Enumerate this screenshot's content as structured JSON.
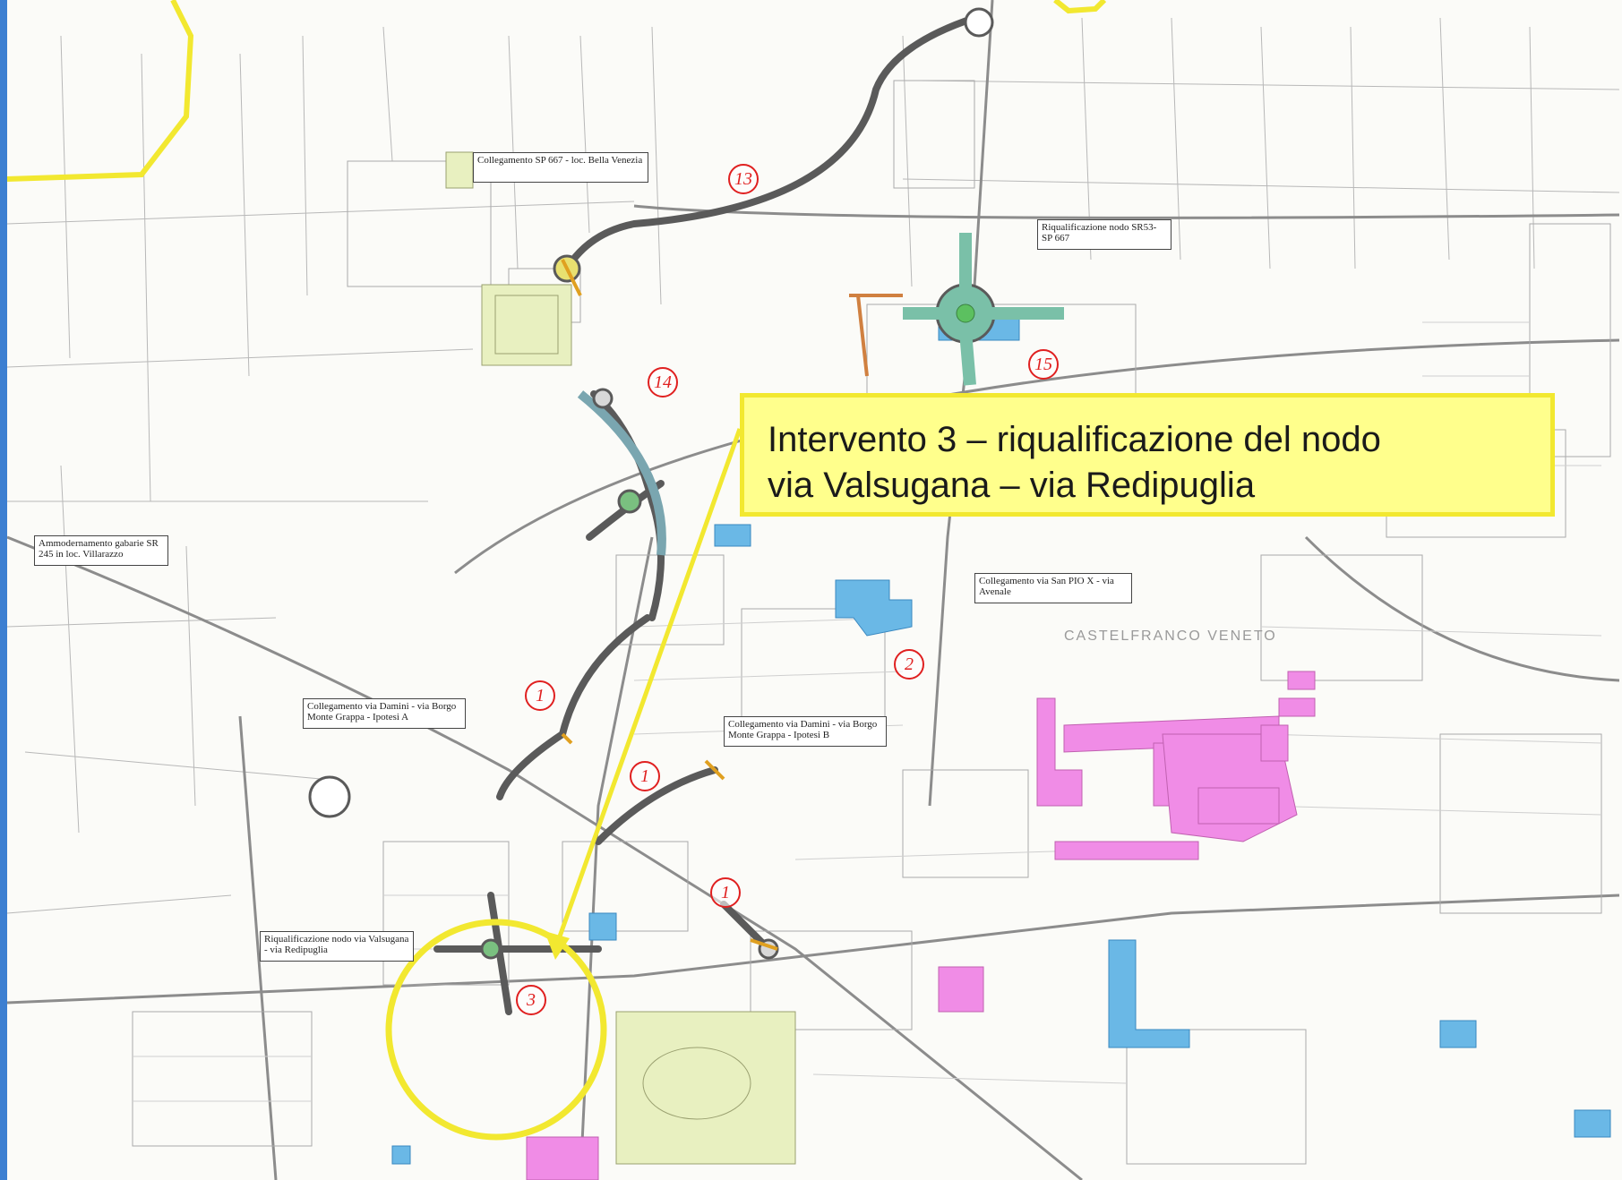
{
  "callout": {
    "line1": "Intervento 3 – riqualificazione del nodo",
    "line2": "via Valsugana – via Redipuglia"
  },
  "map_labels": [
    {
      "id": "collegamento-sp667",
      "text": "Collegamento SP 667 - loc. Bella Venezia"
    },
    {
      "id": "riqualificazione-sr53",
      "text": "Riqualificazione nodo SR53-SP 667"
    },
    {
      "id": "ammodernamento-sr245",
      "text": "Ammodernamento gabarie SR 245 in loc. Villarazzo"
    },
    {
      "id": "collegamento-pio-x",
      "text": "Collegamento via San PIO X - via Avenale"
    },
    {
      "id": "collegamento-dante-a",
      "text": "Collegamento via Damini - via Borgo Monte Grappa - Ipotesi A"
    },
    {
      "id": "collegamento-dante-b",
      "text": "Collegamento via Damini - via Borgo Monte Grappa - Ipotesi B"
    },
    {
      "id": "riqualificazione-valsugana",
      "text": "Riqualificazione nodo via Valsugana - via Redipuglia"
    }
  ],
  "intervention_numbers": [
    "13",
    "14",
    "15",
    "1",
    "2",
    "1",
    "1",
    "3"
  ],
  "town_name": "CASTELFRANCO VENETO",
  "colors": {
    "frame": "#3d7fd1",
    "municipal_boundary": "#f2e830",
    "callout_fill": "#ffff8c",
    "new_road": "#5a5a5a",
    "number_badge": "#e02020",
    "hospital_area": "#f08ce6",
    "public_building": "#6ab8e6",
    "sports_area": "#e8f0c0"
  }
}
